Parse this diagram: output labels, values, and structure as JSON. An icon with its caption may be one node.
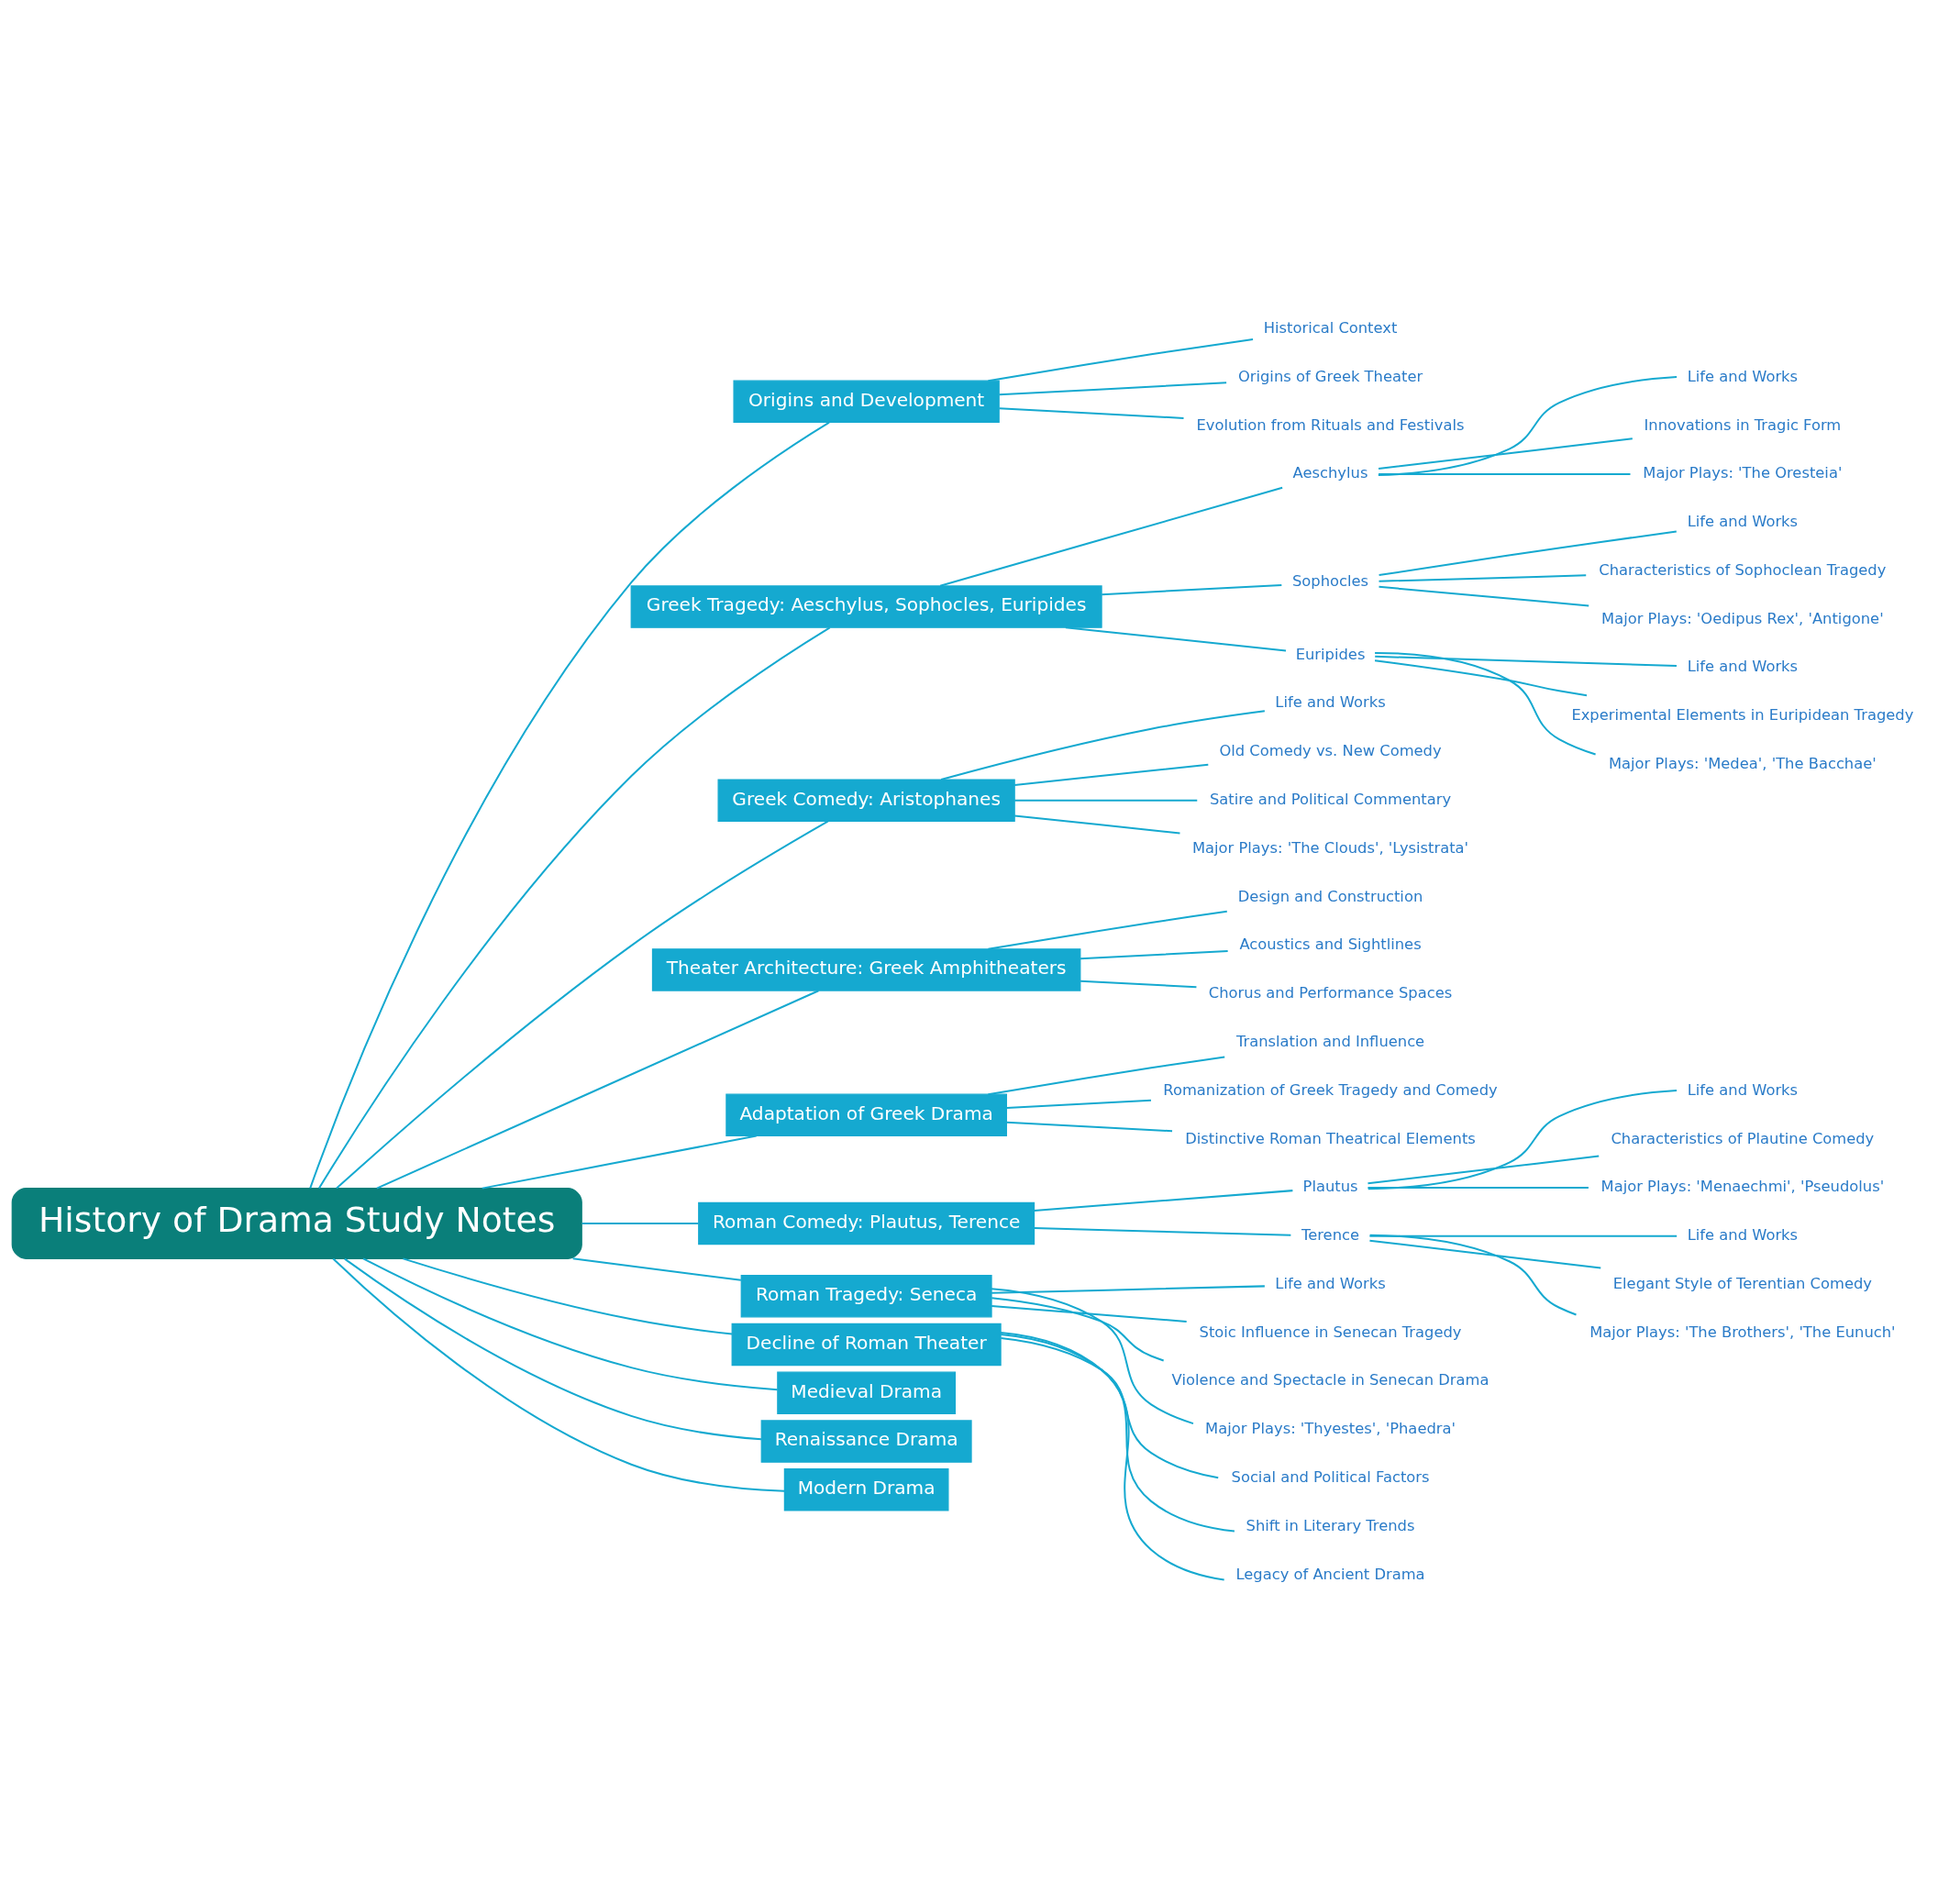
{
  "diagram": {
    "nodes": [
      {
        "text": [
          "History of Drama Study Notes"
        ]
      },
      {
        "text": [
          "Origins and Development"
        ]
      },
      {
        "text": [
          "Historical Context"
        ]
      },
      {
        "text": [
          "Origins of Greek Theater"
        ]
      },
      {
        "text": [
          "Evolution from Rituals and Festivals"
        ]
      },
      {
        "text": [
          "Greek Tragedy: Aeschylus, Sophocles, Euripides"
        ]
      },
      {
        "text": [
          "Aeschylus"
        ]
      },
      {
        "text": [
          "Life and Works"
        ]
      },
      {
        "text": [
          "Innovations in Tragic Form"
        ]
      },
      {
        "text": [
          "Major Plays: 'The Oresteia'"
        ]
      },
      {
        "text": [
          "Sophocles"
        ]
      },
      {
        "text": [
          "Life and Works"
        ]
      },
      {
        "text": [
          "Characteristics of Sophoclean Tragedy"
        ]
      },
      {
        "text": [
          "Major Plays: 'Oedipus Rex', 'Antigone'"
        ]
      },
      {
        "text": [
          "Euripides"
        ]
      },
      {
        "text": [
          "Life and Works"
        ]
      },
      {
        "text": [
          "Experimental Elements in Euripidean Tragedy"
        ]
      },
      {
        "text": [
          "Major Plays: 'Medea', 'The Bacchae'"
        ]
      },
      {
        "text": [
          "Greek Comedy: Aristophanes"
        ]
      },
      {
        "text": [
          "Life and Works"
        ]
      },
      {
        "text": [
          "Old Comedy vs. New Comedy"
        ]
      },
      {
        "text": [
          "Satire and Political Commentary"
        ]
      },
      {
        "text": [
          "Major Plays: 'The Clouds', 'Lysistrata'"
        ]
      },
      {
        "text": [
          "Theater Architecture: Greek Amphitheaters"
        ]
      },
      {
        "text": [
          "Design and Construction"
        ]
      },
      {
        "text": [
          "Acoustics and Sightlines"
        ]
      },
      {
        "text": [
          "Chorus and Performance Spaces"
        ]
      },
      {
        "text": [
          "Adaptation of Greek Drama"
        ]
      },
      {
        "text": [
          "Translation and Influence"
        ]
      },
      {
        "text": [
          "Romanization of Greek Tragedy and Comedy"
        ]
      },
      {
        "text": [
          "Distinctive Roman Theatrical Elements"
        ]
      },
      {
        "text": [
          "Roman Comedy: Plautus, Terence"
        ]
      },
      {
        "text": [
          "Plautus"
        ]
      },
      {
        "text": [
          "Life and Works"
        ]
      },
      {
        "text": [
          "Characteristics of Plautine Comedy"
        ]
      },
      {
        "text": [
          "Major Plays: 'Menaechmi', 'Pseudolus'"
        ]
      },
      {
        "text": [
          "Terence"
        ]
      },
      {
        "text": [
          "Life and Works"
        ]
      },
      {
        "text": [
          "Elegant Style of Terentian Comedy"
        ]
      },
      {
        "text": [
          "Major Plays: 'The Brothers', 'The Eunuch'"
        ]
      },
      {
        "text": [
          "Roman Tragedy: Seneca"
        ]
      },
      {
        "text": [
          "Life and Works"
        ]
      },
      {
        "text": [
          "Stoic Influence in Senecan Tragedy"
        ]
      },
      {
        "text": [
          "Violence and Spectacle in Senecan Drama"
        ]
      },
      {
        "text": [
          "Major Plays: 'Thyestes', 'Phaedra'"
        ]
      },
      {
        "text": [
          "Decline of Roman Theater"
        ]
      },
      {
        "text": [
          "Social and Political Factors"
        ]
      },
      {
        "text": [
          "Shift in Literary Trends"
        ]
      },
      {
        "text": [
          "Legacy of Ancient Drama"
        ]
      },
      {
        "text": [
          "Medieval Drama"
        ]
      },
      {
        "text": [
          "Renaissance Drama"
        ]
      },
      {
        "text": [
          "Modern Drama"
        ]
      }
    ],
    "edges": [
      {
        "from": 0,
        "to": 1,
        "arrow": "none"
      },
      {
        "from": 1,
        "to": 2,
        "arrow": "none"
      },
      {
        "from": 1,
        "to": 3,
        "arrow": "none"
      },
      {
        "from": 1,
        "to": 4,
        "arrow": "none"
      },
      {
        "from": 0,
        "to": 5,
        "arrow": "none"
      },
      {
        "from": 5,
        "to": 6,
        "arrow": "none"
      },
      {
        "from": 6,
        "to": 7,
        "arrow": "none"
      },
      {
        "from": 6,
        "to": 8,
        "arrow": "none"
      },
      {
        "from": 6,
        "to": 9,
        "arrow": "none"
      },
      {
        "from": 5,
        "to": 10,
        "arrow": "none"
      },
      {
        "from": 10,
        "to": 11,
        "arrow": "none"
      },
      {
        "from": 10,
        "to": 12,
        "arrow": "none"
      },
      {
        "from": 10,
        "to": 13,
        "arrow": "none"
      },
      {
        "from": 5,
        "to": 14,
        "arrow": "none"
      },
      {
        "from": 14,
        "to": 15,
        "arrow": "none"
      },
      {
        "from": 14,
        "to": 16,
        "arrow": "none"
      },
      {
        "from": 14,
        "to": 17,
        "arrow": "none"
      },
      {
        "from": 0,
        "to": 18,
        "arrow": "none"
      },
      {
        "from": 18,
        "to": 19,
        "arrow": "none"
      },
      {
        "from": 18,
        "to": 20,
        "arrow": "none"
      },
      {
        "from": 18,
        "to": 21,
        "arrow": "none"
      },
      {
        "from": 18,
        "to": 22,
        "arrow": "none"
      },
      {
        "from": 0,
        "to": 23,
        "arrow": "none"
      },
      {
        "from": 23,
        "to": 24,
        "arrow": "none"
      },
      {
        "from": 23,
        "to": 25,
        "arrow": "none"
      },
      {
        "from": 23,
        "to": 26,
        "arrow": "none"
      },
      {
        "from": 0,
        "to": 27,
        "arrow": "none"
      },
      {
        "from": 27,
        "to": 28,
        "arrow": "none"
      },
      {
        "from": 27,
        "to": 29,
        "arrow": "none"
      },
      {
        "from": 27,
        "to": 30,
        "arrow": "none"
      },
      {
        "from": 0,
        "to": 31,
        "arrow": "none"
      },
      {
        "from": 31,
        "to": 32,
        "arrow": "none"
      },
      {
        "from": 32,
        "to": 33,
        "arrow": "none"
      },
      {
        "from": 32,
        "to": 34,
        "arrow": "none"
      },
      {
        "from": 32,
        "to": 35,
        "arrow": "none"
      },
      {
        "from": 31,
        "to": 36,
        "arrow": "none"
      },
      {
        "from": 36,
        "to": 37,
        "arrow": "none"
      },
      {
        "from": 36,
        "to": 38,
        "arrow": "none"
      },
      {
        "from": 36,
        "to": 39,
        "arrow": "none"
      },
      {
        "from": 0,
        "to": 40,
        "arrow": "none"
      },
      {
        "from": 40,
        "to": 41,
        "arrow": "none"
      },
      {
        "from": 40,
        "to": 42,
        "arrow": "none"
      },
      {
        "from": 40,
        "to": 43,
        "arrow": "none"
      },
      {
        "from": 40,
        "to": 44,
        "arrow": "none"
      },
      {
        "from": 0,
        "to": 45,
        "arrow": "none"
      },
      {
        "from": 45,
        "to": 46,
        "arrow": "none"
      },
      {
        "from": 45,
        "to": 47,
        "arrow": "none"
      },
      {
        "from": 45,
        "to": 48,
        "arrow": "none"
      },
      {
        "from": 0,
        "to": 49,
        "arrow": "none"
      },
      {
        "from": 0,
        "to": 50,
        "arrow": "none"
      },
      {
        "from": 0,
        "to": 51,
        "arrow": "none"
      }
    ]
  }
}
